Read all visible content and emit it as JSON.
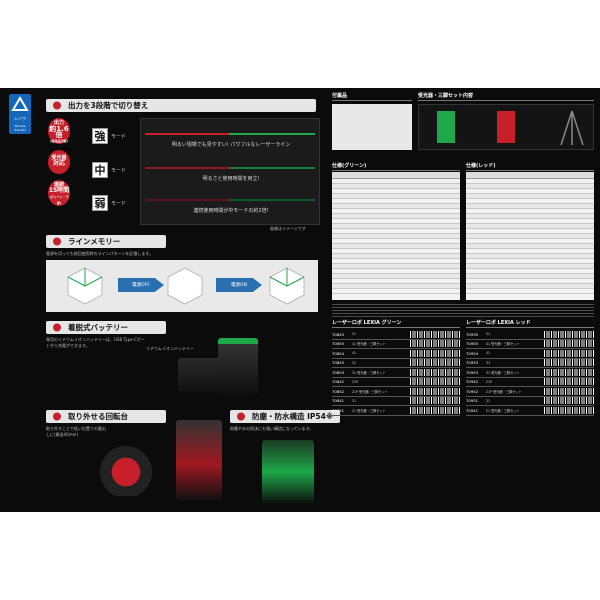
{
  "brand": {
    "wordmark": "シンワ",
    "sub": "Shinwa Sokutei",
    "color": "#1466b8"
  },
  "sections": {
    "output_switch": {
      "title": "出力を3段階で切り替え"
    },
    "line_memory": {
      "title": "ラインメモリー",
      "text": "電源を切っても前回使用時のラインパターンを記憶します。",
      "power_off": "電源OFF",
      "power_on": "電源ON"
    },
    "battery": {
      "title": "着脱式バッテリー",
      "text": "専用のリチウムイオンバッテリーは、USB Type-Cポートから充電ができます。",
      "label": "リチウムイオンバッテリー"
    },
    "rotating_base": {
      "title": "取り外せる回転台",
      "text": "取り外すことで低い位置での墨出しに(最低40mm)"
    },
    "protection": {
      "title": "防塵・防水構造 IP54※",
      "text": "粉塵や水の飛沫にも強い構造になっています。"
    }
  },
  "bubbles": [
    {
      "l1": "出力",
      "l2": "約1.6倍",
      "l3": "(従来品比較)",
      "color": "#c8202a"
    },
    {
      "l1": "受光器",
      "l2": "対応",
      "l3": "",
      "color": "#c8202a"
    },
    {
      "l1": "連続",
      "l2": "15時間",
      "l3": "(グリーン・下部)",
      "color": "#c8202a"
    }
  ],
  "levels": [
    {
      "kanji": "強",
      "mode": "モード",
      "text": "明るい現場でも見やすい! パワフルなレーザーライン"
    },
    {
      "kanji": "中",
      "mode": "モード",
      "text": "明るさと使用時間を両立!"
    },
    {
      "kanji": "弱",
      "mode": "モード",
      "text": "連続使用時間が中モードの約2倍!"
    }
  ],
  "image_note": "画像はイメージです",
  "accessories": {
    "title": "付属品",
    "set_title": "受光器・三脚セット内容"
  },
  "spec_green": {
    "title": "仕様(グリーン)"
  },
  "spec_red": {
    "title": "仕様(レッド)"
  },
  "list_green": {
    "title": "レーザーロボ LEXIA グリーン",
    "items": [
      {
        "code": "70845",
        "desc": "51"
      },
      {
        "code": "70855",
        "desc": "41 受光器・三脚セット"
      },
      {
        "code": "70854",
        "desc": "41"
      },
      {
        "code": "70843",
        "desc": "31"
      },
      {
        "code": "70853",
        "desc": "31 受光器・三脚セット"
      },
      {
        "code": "70842",
        "desc": "21P"
      },
      {
        "code": "70852",
        "desc": "21P 受光器・三脚セット"
      },
      {
        "code": "70841",
        "desc": "21"
      },
      {
        "code": "70851",
        "desc": "21 受光器・三脚セット"
      }
    ]
  },
  "list_red": {
    "title": "レーザーロボ LEXIA レッド",
    "items": [
      {
        "code": "70935",
        "desc": "51"
      },
      {
        "code": "70955",
        "desc": "41 受光器・三脚セット"
      },
      {
        "code": "70954",
        "desc": "41"
      },
      {
        "code": "70933",
        "desc": "31"
      },
      {
        "code": "70953",
        "desc": "31 受光器・三脚セット"
      },
      {
        "code": "70942",
        "desc": "21P"
      },
      {
        "code": "70952",
        "desc": "21P 受光器・三脚セット"
      },
      {
        "code": "70931",
        "desc": "21"
      },
      {
        "code": "70941",
        "desc": "21 受光器・三脚セット"
      }
    ]
  }
}
